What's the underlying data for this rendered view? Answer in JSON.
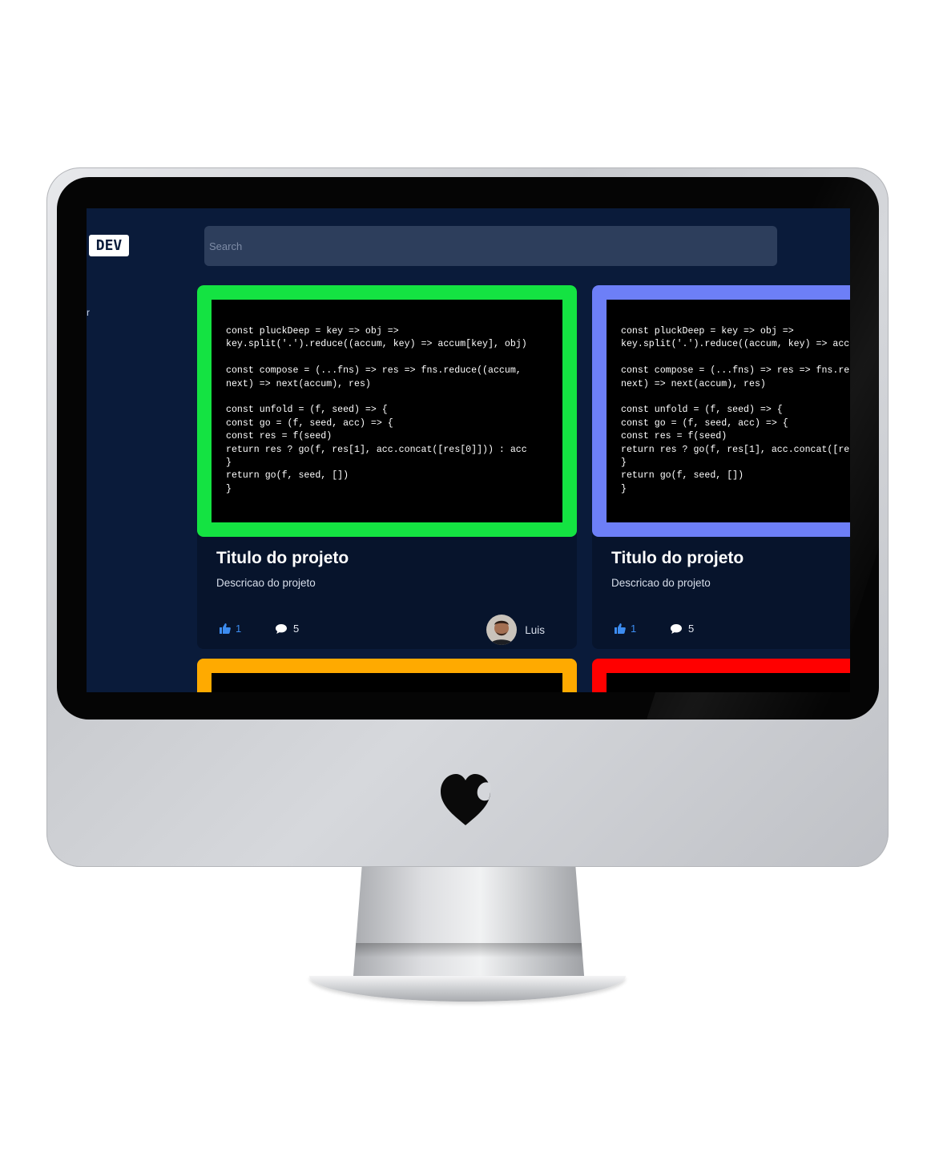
{
  "header": {
    "logo_text": "DEV",
    "search_placeholder": "Search"
  },
  "sidebar": {
    "fragment_text": "r"
  },
  "cards": [
    {
      "frame_color": "#14e342",
      "code": "const pluckDeep = key => obj =>\nkey.split('.').reduce((accum, key) => accum[key], obj)\n\nconst compose = (...fns) => res => fns.reduce((accum,\nnext) => next(accum), res)\n\nconst unfold = (f, seed) => {\nconst go = (f, seed, acc) => {\nconst res = f(seed)\nreturn res ? go(f, res[1], acc.concat([res[0]])) : acc\n}\nreturn go(f, seed, [])\n}",
      "title": "Titulo do projeto",
      "description": "Descricao do projeto",
      "likes": "1",
      "comments": "5",
      "author": "Luis"
    },
    {
      "frame_color": "#6d7ff7",
      "code": "const pluckDeep = key => obj =>\nkey.split('.').reduce((accum, key) => accu\n\nconst compose = (...fns) => res => fns.red\nnext) => next(accum), res)\n\nconst unfold = (f, seed) => {\nconst go = (f, seed, acc) => {\nconst res = f(seed)\nreturn res ? go(f, res[1], acc.concat([res\n}\nreturn go(f, seed, [])\n}",
      "title": "Titulo do projeto",
      "description": "Descricao do projeto",
      "likes": "1",
      "comments": "5"
    }
  ],
  "next_row_colors": [
    "#ffaa00",
    "#ff0000"
  ],
  "icons": {
    "like": "thumbs-up-icon",
    "comment": "speech-bubble-icon",
    "brand": "heart-icon"
  }
}
